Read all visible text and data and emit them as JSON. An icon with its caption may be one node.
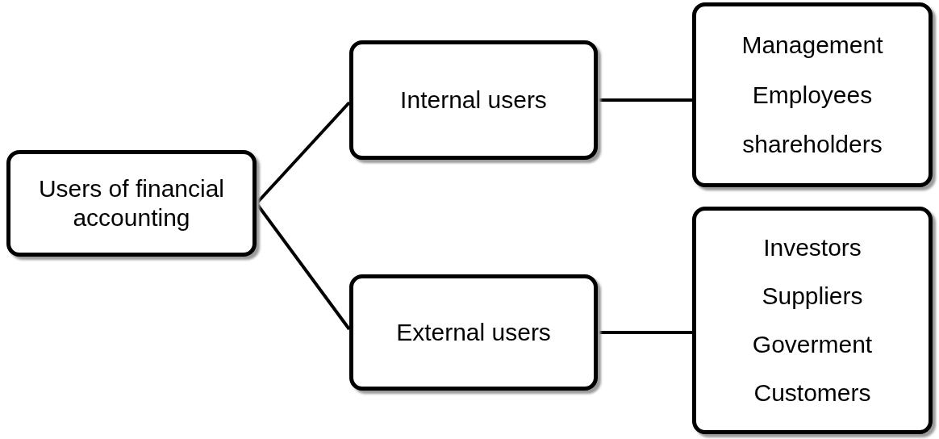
{
  "diagram": {
    "nodes": [
      {
        "text": [
          "Users of financial accounting"
        ]
      },
      {
        "text": [
          "Internal users"
        ]
      },
      {
        "text": [
          "External users"
        ]
      },
      {
        "text": [
          "Management",
          "Employees",
          "shareholders"
        ]
      },
      {
        "text": [
          "Investors",
          "Suppliers",
          "Goverment",
          "Customers"
        ]
      }
    ],
    "edges": [
      {
        "from": 0,
        "to": 1,
        "arrow": "none"
      },
      {
        "from": 0,
        "to": 2,
        "arrow": "none"
      },
      {
        "from": 1,
        "to": 3,
        "arrow": "none"
      },
      {
        "from": 2,
        "to": 4,
        "arrow": "none"
      }
    ]
  }
}
